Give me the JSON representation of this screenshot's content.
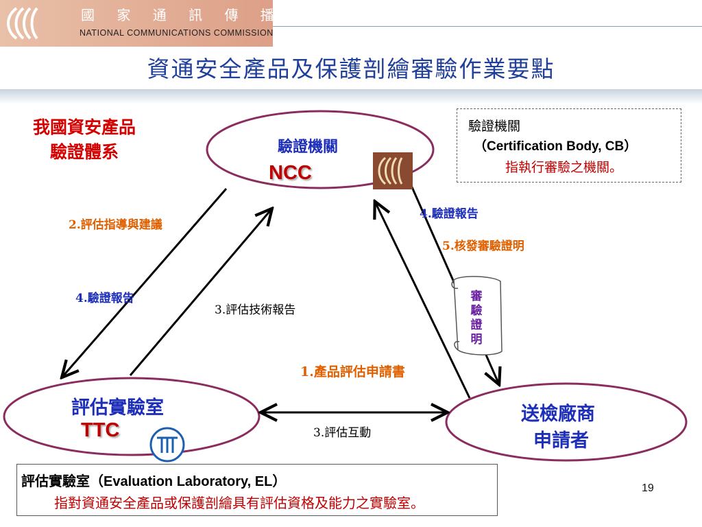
{
  "header": {
    "org_name_cn": "國 家 通 訊 傳 播 委 員 會",
    "org_name_en": "NATIONAL COMMUNICATIONS COMMISSION"
  },
  "title": "資通安全產品及保護剖繪審驗作業要點",
  "system_label": [
    "我國資安產品",
    "驗證體系"
  ],
  "nodes": {
    "ncc": {
      "label": "驗證機關",
      "abbr": "NCC"
    },
    "ttc": {
      "label": "評估實驗室",
      "abbr": "TTC"
    },
    "applicant": {
      "label_line1": "送檢廠商",
      "label_line2": "申請者"
    }
  },
  "edges": {
    "guidance": "2.評估指導與建議",
    "report_to_lab": "4.驗證報告",
    "tech_report": "3.評估技術報告",
    "report_to_applicant": "4.驗證報告",
    "issue_cert": "5.核發審驗證明",
    "application": "1.產品評估申請書",
    "interaction": "3.評估互動"
  },
  "certificate_scroll": "審驗證明",
  "cb_definition": {
    "name": "驗證機關",
    "english": "（Certification Body, CB）",
    "desc": "指執行審驗之機關。"
  },
  "el_definition": {
    "name": "評估實驗室（Evaluation Laboratory, EL）",
    "desc": "指對資通安全產品或保護剖繪具有評估資格及能力之實驗室。"
  },
  "page_number": "19",
  "colors": {
    "title": "#1f3f9a",
    "ellipse_border": "#8b2c5e",
    "red": "#d40000",
    "blue": "#1d2fb8",
    "orange": "#e06000",
    "purple": "#6a1fa0"
  }
}
